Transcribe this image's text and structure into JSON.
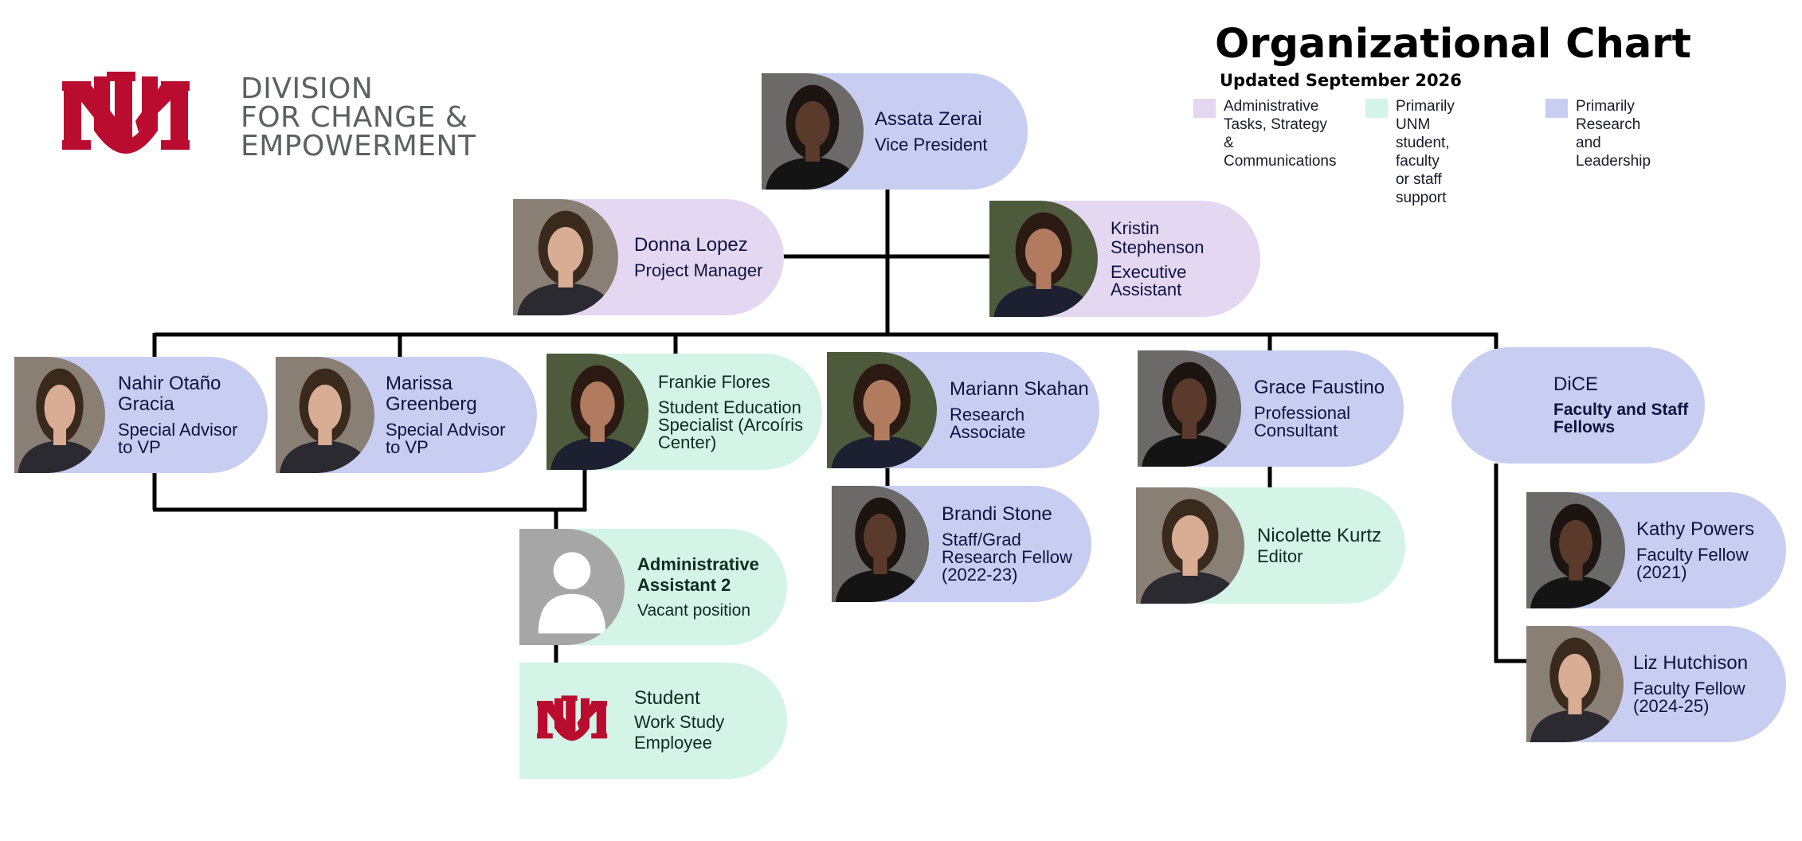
{
  "org": {
    "division_lines": [
      "DIVISION",
      "FOR CHANGE &",
      "EMPOWERMENT"
    ],
    "logo_mark": "UNM",
    "brand_color": "#ba0c2f"
  },
  "header": {
    "title": "Organizational Chart",
    "subtitle": "Updated September 2026"
  },
  "legend": [
    {
      "label": "Administrative\nTasks, Strategy &\nCommunications",
      "color": "#e4d7f1"
    },
    {
      "label": "Primarily UNM\nstudent, faculty\nor staff support",
      "color": "#d3f4e7"
    },
    {
      "label": "Primarily\nResearch and\nLeadership",
      "color": "#c8cdf2"
    }
  ],
  "people": {
    "vp": {
      "name": "Assata Zerai",
      "role": "Vice President",
      "color": "#c8cdf2"
    },
    "donna": {
      "name": "Donna Lopez",
      "role": "Project Manager",
      "color": "#e4d7f1"
    },
    "kristin": {
      "name": "Kristin\nStephenson",
      "role": "Executive\nAssistant",
      "color": "#e4d7f1"
    },
    "nahir": {
      "name": "Nahir Otaño\nGracia",
      "role": "Special Advisor\nto VP",
      "color": "#c8cdf2"
    },
    "marissa": {
      "name": "Marissa\nGreenberg",
      "role": "Special Advisor\nto VP",
      "color": "#c8cdf2"
    },
    "frankie": {
      "name": "Frankie Flores",
      "role": "Student Education\nSpecialist (Arcoíris\nCenter)",
      "color": "#d3f4e7"
    },
    "mariann": {
      "name": "Mariann Skahan",
      "role": "Research\nAssociate",
      "color": "#c8cdf2"
    },
    "grace": {
      "name": "Grace Faustino",
      "role": "Professional\nConsultant",
      "color": "#c8cdf2"
    },
    "dice": {
      "name": "DiCE",
      "role": "Faculty and Staff\nFellows",
      "color": "#c8cdf2"
    },
    "admin2": {
      "name": "Administrative\nAssistant 2",
      "role": "Vacant position",
      "color": "#d3f4e7"
    },
    "student": {
      "name": "Student",
      "role": "Work Study\nEmployee",
      "color": "#d3f4e7"
    },
    "brandi": {
      "name": "Brandi Stone",
      "role": "Staff/Grad\nResearch Fellow\n(2022-23)",
      "color": "#c8cdf2"
    },
    "nicolette": {
      "name": "Nicolette Kurtz",
      "role": "Editor",
      "color": "#d3f4e7"
    },
    "kathy": {
      "name": "Kathy Powers",
      "role": "Faculty Fellow\n(2021)",
      "color": "#c8cdf2"
    },
    "liz": {
      "name": "Liz Hutchison",
      "role": "Faculty Fellow\n(2024-25)",
      "color": "#c8cdf2"
    }
  }
}
